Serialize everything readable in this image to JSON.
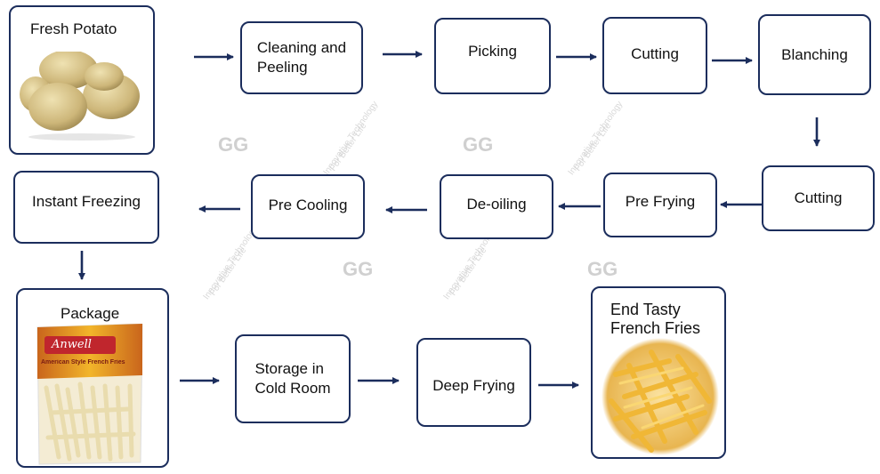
{
  "steps": {
    "fresh_potato": "Fresh Potato",
    "cleaning": [
      "Cleaning and",
      "Peeling"
    ],
    "picking": "Picking",
    "cutting1": "Cutting",
    "blanching": "Blanching",
    "cutting2": "Cutting",
    "pre_frying": "Pre Frying",
    "de_oiling": "De-oiling",
    "pre_cooling": "Pre Cooling",
    "instant_freezing": "Instant Freezing",
    "package": "Package",
    "storage": [
      "Storage in",
      "Cold Room"
    ],
    "deep_frying": "Deep Frying",
    "end": [
      "End Tasty",
      "French Fries"
    ]
  },
  "package_print": {
    "brand": "Anwell",
    "line": "American Style French Fries"
  },
  "watermark": {
    "text": [
      "Innovative Technology",
      "For Better Life"
    ],
    "logo": "GG"
  },
  "colors": {
    "border": "#1b2d5c",
    "arrow": "#1b2d5c"
  }
}
